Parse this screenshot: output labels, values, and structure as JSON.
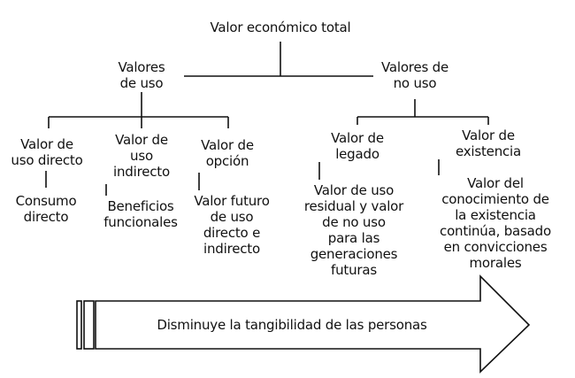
{
  "root": "Valor económico total",
  "uso": "Valores\nde uso",
  "no_uso": "Valores de\nno uso",
  "directo": "Valor de\nuso directo",
  "directo_desc": "Consumo\ndirecto",
  "indirecto": "Valor de\nuso\nindirecto",
  "indirecto_desc": "Beneficios\nfuncionales",
  "opcion": "Valor de\nopción",
  "opcion_desc": "Valor futuro\nde uso\ndirecto e\nindirecto",
  "legado": "Valor de\nlegado",
  "legado_desc": "Valor de uso\nresidual y valor\nde no uso\npara las\ngeneraciones\nfuturas",
  "existencia": "Valor de\nexistencia",
  "existencia_desc": "Valor del\nconocimiento de\nla existencia\ncontinúa, basado\nen convicciones\nmorales",
  "arrow_text": "Disminuye la tangibilidad de las personas",
  "colors": {
    "line": "#111111",
    "text": "#111111"
  }
}
